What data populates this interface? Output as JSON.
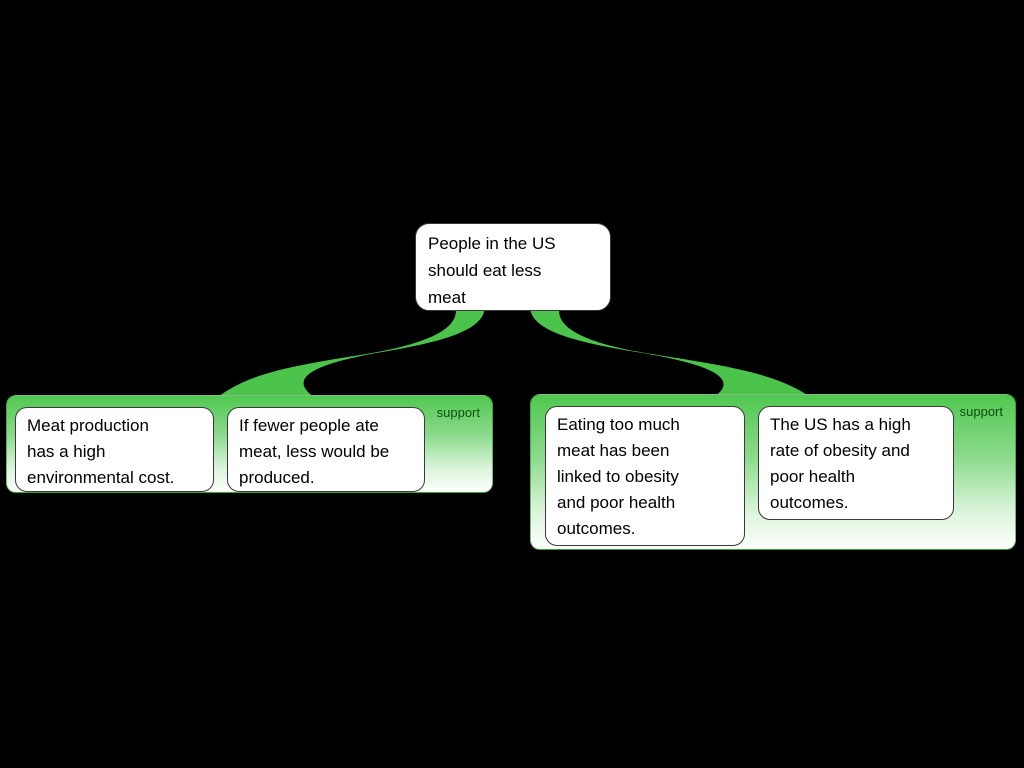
{
  "diagram": {
    "kind": "argument-map",
    "background": "#000000"
  },
  "claim": {
    "text": "People in the US\nshould eat less\nmeat"
  },
  "groups": [
    {
      "type_label": "support",
      "premises": [
        {
          "text": "Meat production\nhas a high\nenvironmental cost."
        },
        {
          "text": "If fewer people ate\nmeat, less would be\nproduced."
        }
      ]
    },
    {
      "type_label": "support",
      "premises": [
        {
          "text": "Eating too much\nmeat has been\nlinked to obesity\nand poor health\noutcomes."
        },
        {
          "text": "The US has a high\nrate of obesity and\npoor health\noutcomes."
        }
      ]
    }
  ],
  "colors": {
    "edge_green": "#4cc44c",
    "group_gradient_top": "#50c850",
    "group_gradient_bottom": "#fdfffd",
    "support_label_text": "#0d4f0d",
    "node_fill": "#ffffff",
    "node_border": "#3a3a3a",
    "node_text": "#000000",
    "background": "#000000"
  }
}
